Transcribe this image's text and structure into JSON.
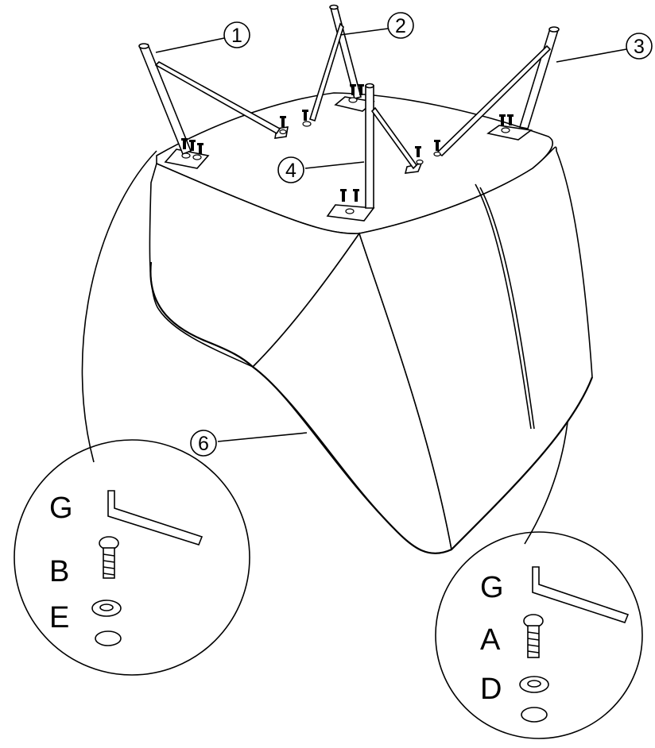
{
  "callouts": [
    "1",
    "2",
    "3",
    "4",
    "6"
  ],
  "left_inset": {
    "tool_label": "G",
    "bolt_label": "B",
    "washer_label": "E"
  },
  "right_inset": {
    "tool_label": "G",
    "bolt_label": "A",
    "washer_label": "D"
  },
  "icons": [
    "allen-key-icon",
    "screw-bolt-icon",
    "washer-icon",
    "hole-icon"
  ],
  "colors": {
    "stroke": "#000000",
    "background": "#ffffff"
  }
}
